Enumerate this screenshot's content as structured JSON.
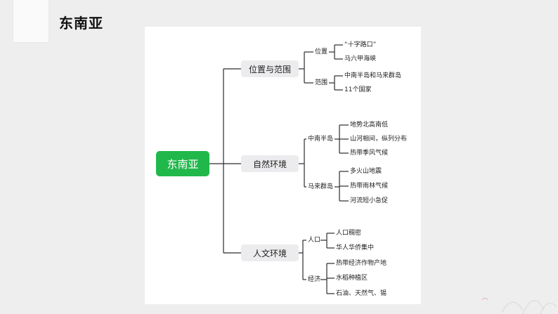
{
  "page": {
    "title": "东南亚"
  },
  "mindmap": {
    "root": "东南亚",
    "branches": [
      {
        "label": "位置与范围",
        "children": [
          {
            "label": "位置",
            "leaves": [
              "“十字路口”",
              "马六甲海峡"
            ]
          },
          {
            "label": "范围",
            "leaves": [
              "中南半岛和马来群岛",
              "11个国家"
            ]
          }
        ]
      },
      {
        "label": "自然环境",
        "children": [
          {
            "label": "中南半岛",
            "leaves": [
              "地势北高南低",
              "山河相间，纵列分布",
              "热带季风气候"
            ]
          },
          {
            "label": "马来群岛",
            "leaves": [
              "多火山地震",
              "热带雨林气候",
              "河流短小急促"
            ]
          }
        ]
      },
      {
        "label": "人文环境",
        "children": [
          {
            "label": "人口",
            "leaves": [
              "人口稠密",
              "华人华侨集中"
            ]
          },
          {
            "label": "经济",
            "leaves": [
              "热带经济作物产地",
              "水稻种植区",
              "石油、天然气、锡"
            ]
          }
        ]
      }
    ]
  }
}
